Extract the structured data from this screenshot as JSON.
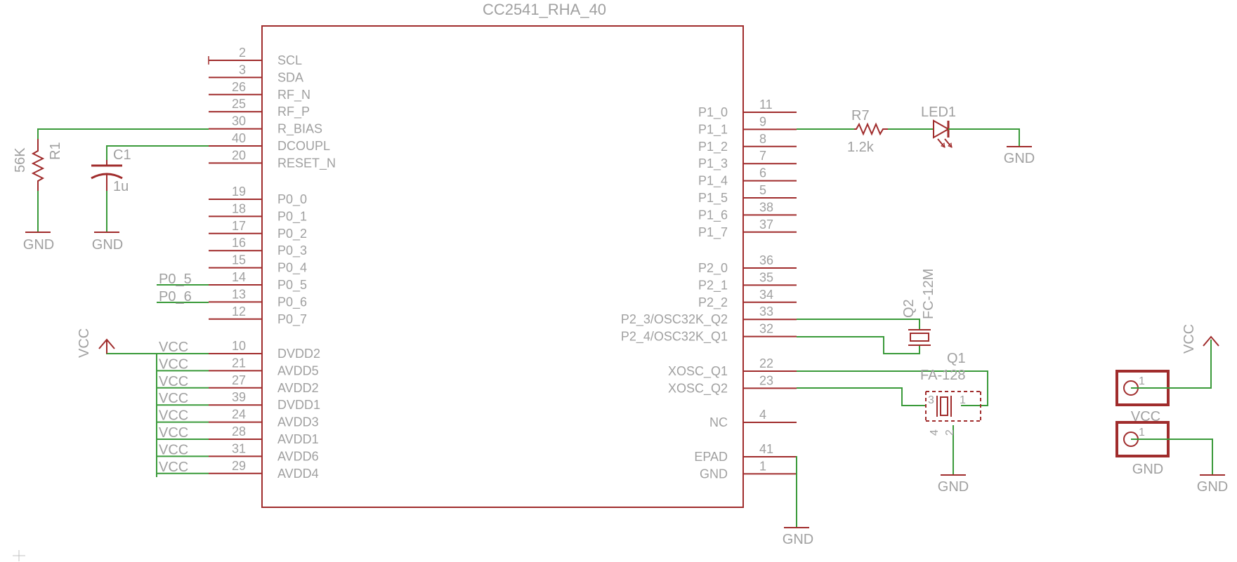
{
  "schematic": {
    "chip": {
      "name": "CC2541_RHA_40",
      "left_top_pins": [
        {
          "num": "2",
          "name": "SCL"
        },
        {
          "num": "3",
          "name": "SDA"
        },
        {
          "num": "26",
          "name": "RF_N"
        },
        {
          "num": "25",
          "name": "RF_P"
        },
        {
          "num": "30",
          "name": "R_BIAS"
        },
        {
          "num": "40",
          "name": "DCOUPL"
        },
        {
          "num": "20",
          "name": "RESET_N"
        }
      ],
      "left_p0_pins": [
        {
          "num": "19",
          "name": "P0_0"
        },
        {
          "num": "18",
          "name": "P0_1"
        },
        {
          "num": "17",
          "name": "P0_2"
        },
        {
          "num": "16",
          "name": "P0_3"
        },
        {
          "num": "15",
          "name": "P0_4"
        },
        {
          "num": "14",
          "name": "P0_5"
        },
        {
          "num": "13",
          "name": "P0_6"
        },
        {
          "num": "12",
          "name": "P0_7"
        }
      ],
      "left_power_pins": [
        {
          "num": "10",
          "name": "DVDD2"
        },
        {
          "num": "21",
          "name": "AVDD5"
        },
        {
          "num": "27",
          "name": "AVDD2"
        },
        {
          "num": "39",
          "name": "DVDD1"
        },
        {
          "num": "24",
          "name": "AVDD3"
        },
        {
          "num": "28",
          "name": "AVDD1"
        },
        {
          "num": "31",
          "name": "AVDD6"
        },
        {
          "num": "29",
          "name": "AVDD4"
        }
      ],
      "right_p1_pins": [
        {
          "num": "11",
          "name": "P1_0"
        },
        {
          "num": "9",
          "name": "P1_1"
        },
        {
          "num": "8",
          "name": "P1_2"
        },
        {
          "num": "7",
          "name": "P1_3"
        },
        {
          "num": "6",
          "name": "P1_4"
        },
        {
          "num": "5",
          "name": "P1_5"
        },
        {
          "num": "38",
          "name": "P1_6"
        },
        {
          "num": "37",
          "name": "P1_7"
        }
      ],
      "right_p2_pins": [
        {
          "num": "36",
          "name": "P2_0"
        },
        {
          "num": "35",
          "name": "P2_1"
        },
        {
          "num": "34",
          "name": "P2_2"
        },
        {
          "num": "33",
          "name": "P2_3/OSC32K_Q2"
        },
        {
          "num": "32",
          "name": "P2_4/OSC32K_Q1"
        }
      ],
      "right_osc_pins": [
        {
          "num": "22",
          "name": "XOSC_Q1"
        },
        {
          "num": "23",
          "name": "XOSC_Q2"
        }
      ],
      "right_nc_pin": {
        "num": "4",
        "name": "NC"
      },
      "right_gnd_pins": [
        {
          "num": "41",
          "name": "EPAD"
        },
        {
          "num": "1",
          "name": "GND"
        }
      ]
    },
    "net_labels": {
      "p0_5": "P0_5",
      "p0_6": "P0_6",
      "vcc_rail": [
        "VCC",
        "VCC",
        "VCC",
        "VCC",
        "VCC",
        "VCC",
        "VCC",
        "VCC"
      ]
    },
    "r1": {
      "name": "R1",
      "value": "56K"
    },
    "c1": {
      "name": "C1",
      "value": "1u"
    },
    "r7": {
      "name": "R7",
      "value": "1.2k"
    },
    "led1": {
      "name": "LED1"
    },
    "q2": {
      "name": "Q2",
      "value": "FC-12M"
    },
    "q1": {
      "name": "Q1",
      "value": "FA-128",
      "pins": [
        "3",
        "1",
        "4",
        "2"
      ]
    },
    "vcc_connector": {
      "pin": "1",
      "label": "VCC"
    },
    "gnd_connector": {
      "pin": "1",
      "label": "GND"
    },
    "power": {
      "gnd": "GND",
      "vcc": "VCC"
    }
  }
}
